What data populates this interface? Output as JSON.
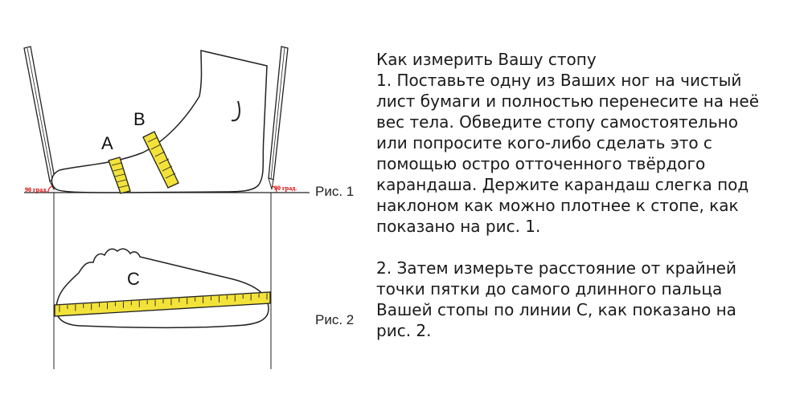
{
  "figure": {
    "label_a": "A",
    "label_b": "B",
    "label_c": "C",
    "angle_left": "90 град.",
    "angle_right": "90 град.",
    "fig1_caption": "Рис. 1",
    "fig2_caption": "Рис. 2",
    "tape_color": "#f3e23a",
    "line_color": "#222222",
    "angle_color": "#d60000"
  },
  "instructions": {
    "title": "Как измерить Вашу стопу",
    "step1": [
      "1. Поставьте одну из Ваших ног на чистый",
      "лист бумаги и полностью перенесите на неё",
      "вес тела. Обведите стопу самостоятельно",
      "или попросите кого-либо сделать это с",
      "помощью остро отточенного твёрдого",
      "карандаша. Держите карандаш слегка под",
      "наклоном как можно плотнее к стопе, как",
      "показано на рис. 1."
    ],
    "step2": [
      "2. Затем измерьте расстояние от крайней",
      "точки пятки до самого длинного пальца",
      "Вашей стопы по линии С, как показано на",
      "рис. 2."
    ]
  }
}
